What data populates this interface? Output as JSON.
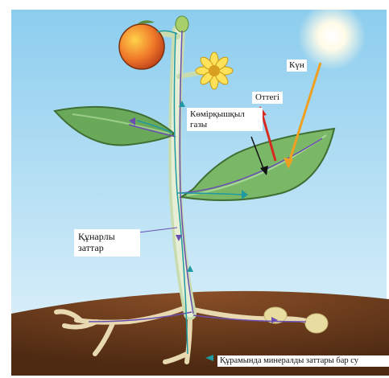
{
  "labels": {
    "sun": "Күн",
    "oxygen": "Оттегі",
    "carbon_dioxide": "Көмірқышқыл\nгазы",
    "nutrients": "Құнарлы\nзаттар",
    "water_minerals": "Құрамында минералды заттары бар су"
  },
  "colors": {
    "sky_top": "#8fd0f0",
    "sky_bottom": "#d8f0fb",
    "soil": "#6b3a1c",
    "leaf": "#6aa95a",
    "stem": "#d9e6c8",
    "oxygen_arrow": "#d62a1f",
    "sun_ray": "#f0a020",
    "flow_purple": "#6a4fb0",
    "flow_teal": "#1f9aa0"
  }
}
